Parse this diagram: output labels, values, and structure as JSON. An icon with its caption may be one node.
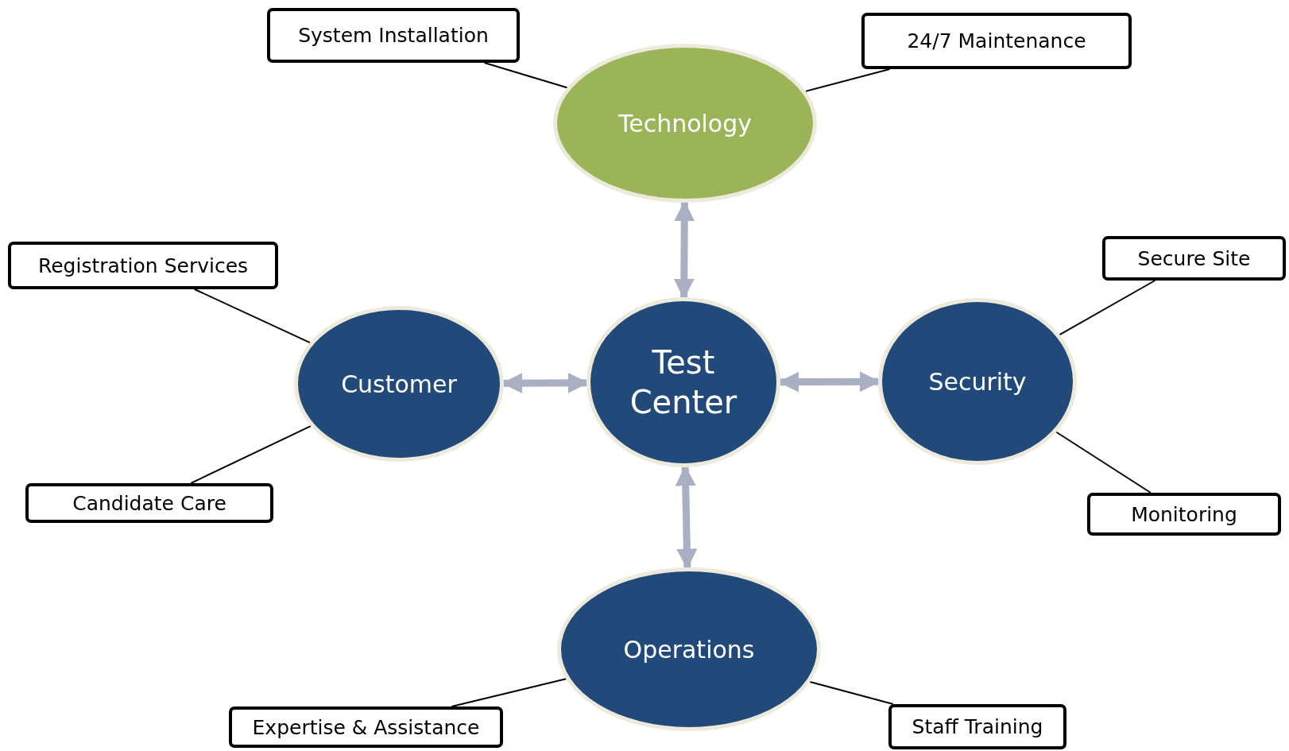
{
  "diagram": {
    "nodes": [
      {
        "text": [
          "System Installation"
        ]
      },
      {
        "text": [
          "Technology"
        ]
      },
      {
        "text": [
          "24/7 Maintenance"
        ]
      },
      {
        "text": [
          "Registration Services"
        ]
      },
      {
        "text": [
          "Secure Site"
        ]
      },
      {
        "text": [
          "Customer"
        ]
      },
      {
        "text": [
          "Test Center"
        ]
      },
      {
        "text": [
          "Security"
        ]
      },
      {
        "text": [
          "Candidate Care"
        ]
      },
      {
        "text": [
          "Monitoring"
        ]
      },
      {
        "text": [
          "Operations"
        ]
      },
      {
        "text": [
          "Expertise & Assistance"
        ]
      },
      {
        "text": [
          "Staff Training"
        ]
      }
    ],
    "edges": [
      {
        "from": 6,
        "to": 1,
        "arrow": "both",
        "style": "thick",
        "color": "#a9b0c3"
      },
      {
        "from": 6,
        "to": 5,
        "arrow": "both",
        "style": "thick",
        "color": "#a9b0c3"
      },
      {
        "from": 6,
        "to": 7,
        "arrow": "both",
        "style": "thick",
        "color": "#a9b0c3"
      },
      {
        "from": 6,
        "to": 10,
        "arrow": "both",
        "style": "thick",
        "color": "#a9b0c3"
      },
      {
        "from": 0,
        "to": 1,
        "arrow": "none"
      },
      {
        "from": 2,
        "to": 1,
        "arrow": "none"
      },
      {
        "from": 3,
        "to": 5,
        "arrow": "none"
      },
      {
        "from": 8,
        "to": 5,
        "arrow": "none"
      },
      {
        "from": 4,
        "to": 7,
        "arrow": "none"
      },
      {
        "from": 9,
        "to": 7,
        "arrow": "none"
      },
      {
        "from": 11,
        "to": 10,
        "arrow": "none"
      },
      {
        "from": 12,
        "to": 10,
        "arrow": "none"
      }
    ]
  }
}
